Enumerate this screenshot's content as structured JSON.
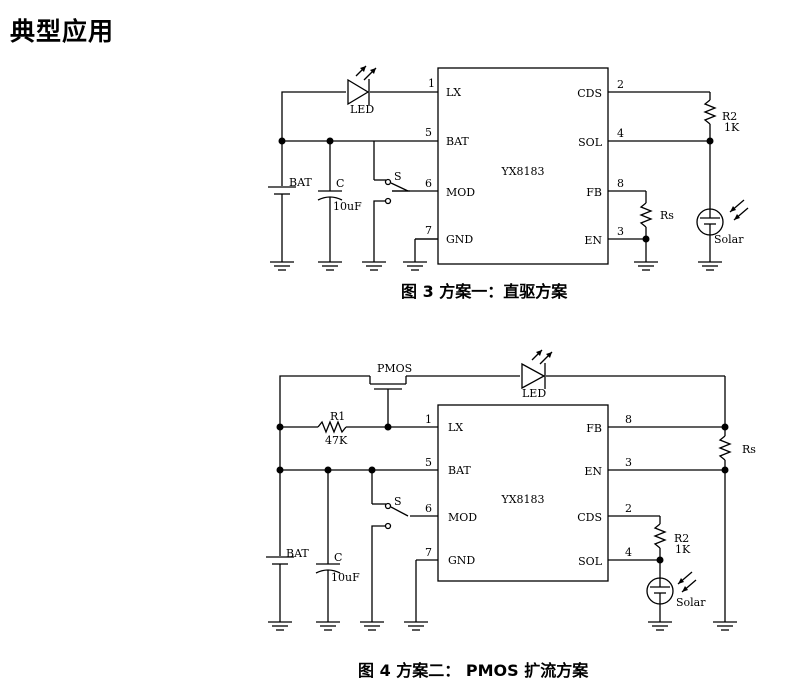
{
  "page_title": "典型应用",
  "fig3": {
    "caption": "图 3  方案一：直驱方案",
    "chip": "YX8183",
    "pins_left": [
      {
        "num": "1",
        "name": "LX"
      },
      {
        "num": "5",
        "name": "BAT"
      },
      {
        "num": "6",
        "name": "MOD"
      },
      {
        "num": "7",
        "name": "GND"
      }
    ],
    "pins_right": [
      {
        "num": "2",
        "name": "CDS"
      },
      {
        "num": "4",
        "name": "SOL"
      },
      {
        "num": "8",
        "name": "FB"
      },
      {
        "num": "3",
        "name": "EN"
      }
    ],
    "led": "LED",
    "bat": "BAT",
    "cap_name": "C",
    "cap_value": "10uF",
    "switch": "S",
    "r2_name": "R2",
    "r2_value": "1K",
    "rs": "Rs",
    "solar": "Solar"
  },
  "fig4": {
    "caption": "图 4  方案二：  PMOS 扩流方案",
    "chip": "YX8183",
    "pins_left": [
      {
        "num": "1",
        "name": "LX"
      },
      {
        "num": "5",
        "name": "BAT"
      },
      {
        "num": "6",
        "name": "MOD"
      },
      {
        "num": "7",
        "name": "GND"
      }
    ],
    "pins_right": [
      {
        "num": "8",
        "name": "FB"
      },
      {
        "num": "3",
        "name": "EN"
      },
      {
        "num": "2",
        "name": "CDS"
      },
      {
        "num": "4",
        "name": "SOL"
      }
    ],
    "pmos": "PMOS",
    "led": "LED",
    "r1_name": "R1",
    "r1_value": "47K",
    "rs": "Rs",
    "bat": "BAT",
    "cap_name": "C",
    "cap_value": "10uF",
    "switch": "S",
    "r2_name": "R2",
    "r2_value": "1K",
    "solar": "Solar"
  }
}
